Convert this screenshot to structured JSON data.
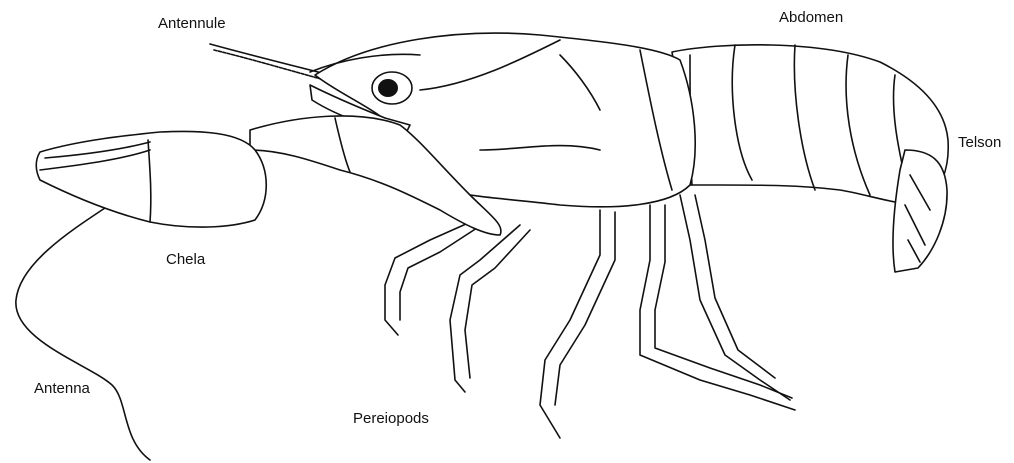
{
  "colors": {
    "ink": "#111111",
    "background": "#ffffff",
    "fill": "#ffffff"
  },
  "labels": {
    "antennule": "Antennule",
    "abdomen": "Abdomen",
    "telson": "Telson",
    "chela": "Chela",
    "antenna": "Antenna",
    "pereiopods": "Pereiopods"
  }
}
